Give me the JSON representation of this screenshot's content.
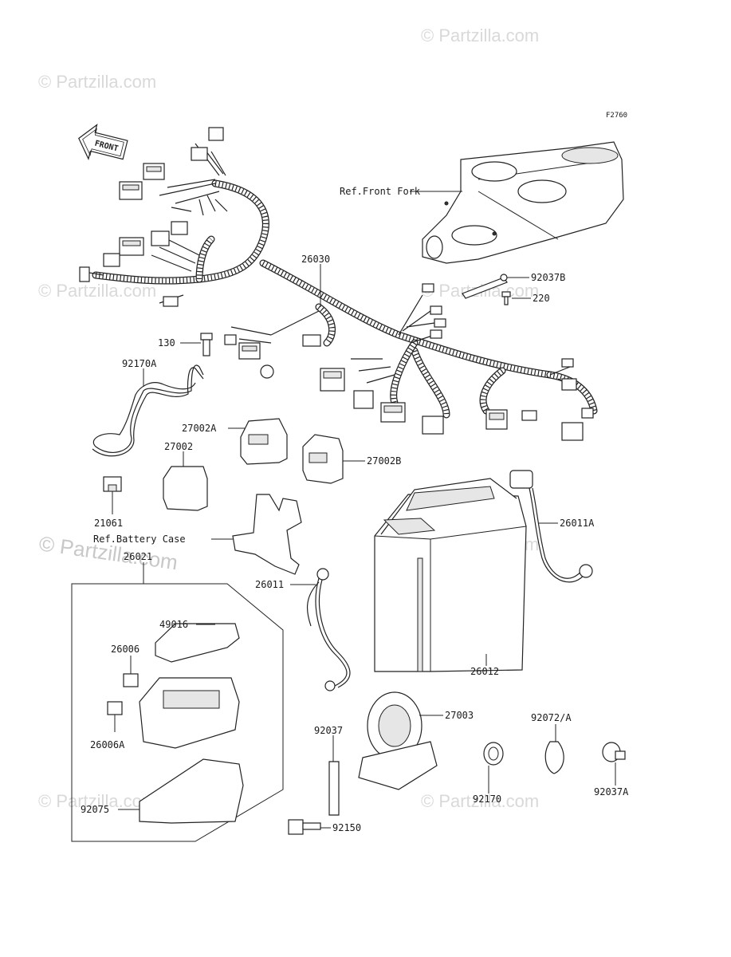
{
  "figure_code": "F2760",
  "direction_arrow": "FRONT",
  "watermark_text": "© Partzilla.com",
  "labels": {
    "ref_front_fork": "Ref.Front Fork",
    "p26030": "26030",
    "p92037B": "92037B",
    "p220": "220",
    "p130": "130",
    "p92170A": "92170A",
    "p27002A": "27002A",
    "p27002": "27002",
    "p27002B": "27002B",
    "p21061": "21061",
    "ref_battery_case": "Ref.Battery Case",
    "p26011A": "26011A",
    "p26021": "26021",
    "p26011": "26011",
    "p49016": "49016",
    "p26006": "26006",
    "p26012": "26012",
    "p26006A": "26006A",
    "p27003": "27003",
    "p92037": "92037",
    "p92072A": "92072/A",
    "p92170": "92170",
    "p92037A": "92037A",
    "p92075": "92075",
    "p92150": "92150"
  },
  "colors": {
    "line": "#222222",
    "watermark": "#d0d0d0",
    "background": "#ffffff"
  }
}
